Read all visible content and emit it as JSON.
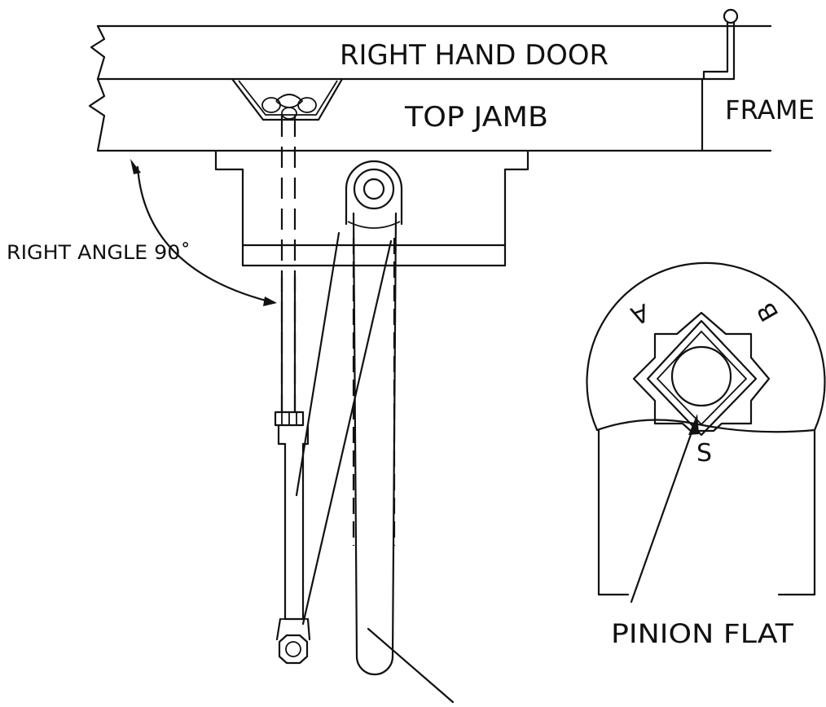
{
  "labels": {
    "door": "RIGHT HAND DOOR",
    "jamb": "TOP JAMB",
    "frame": "FRAME",
    "angle": "RIGHT  ANGLE 90˚",
    "pinion": "PINION  FLAT",
    "mark_a": "A",
    "mark_b": "B",
    "mark_s": "S"
  }
}
